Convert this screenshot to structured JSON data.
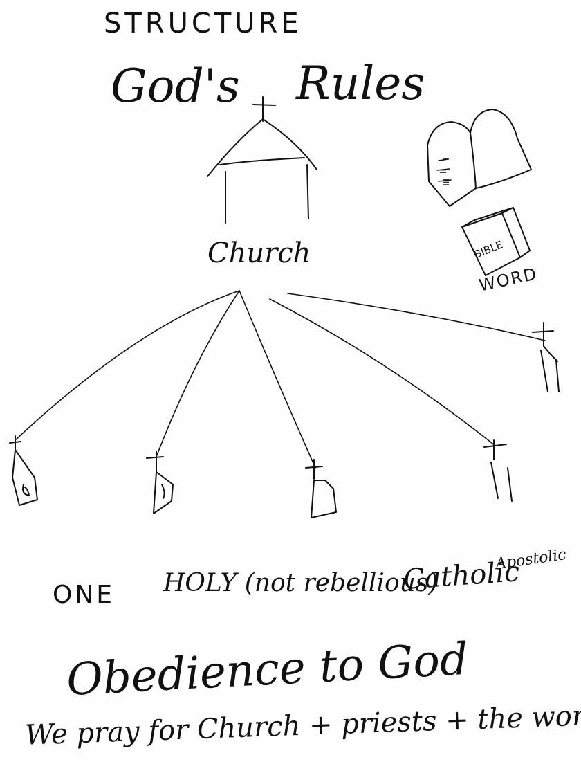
{
  "texts": {
    "structure": "STRUCTURE",
    "gods": "God's",
    "rules": "Rules",
    "church": "Church",
    "bible": "BIBLE",
    "word": "WORD",
    "one": "ONE",
    "holy": "HOLY (not rebellious)",
    "catholic": "Catholic",
    "apostolic": "Apostolic",
    "obedience": "Obedience to God",
    "pray": "We pray for Church + priests + the world"
  },
  "tablet_numerals": [
    "I",
    "II",
    "III"
  ],
  "colors": {
    "ink": "#111111",
    "paper": "#fefefe"
  }
}
